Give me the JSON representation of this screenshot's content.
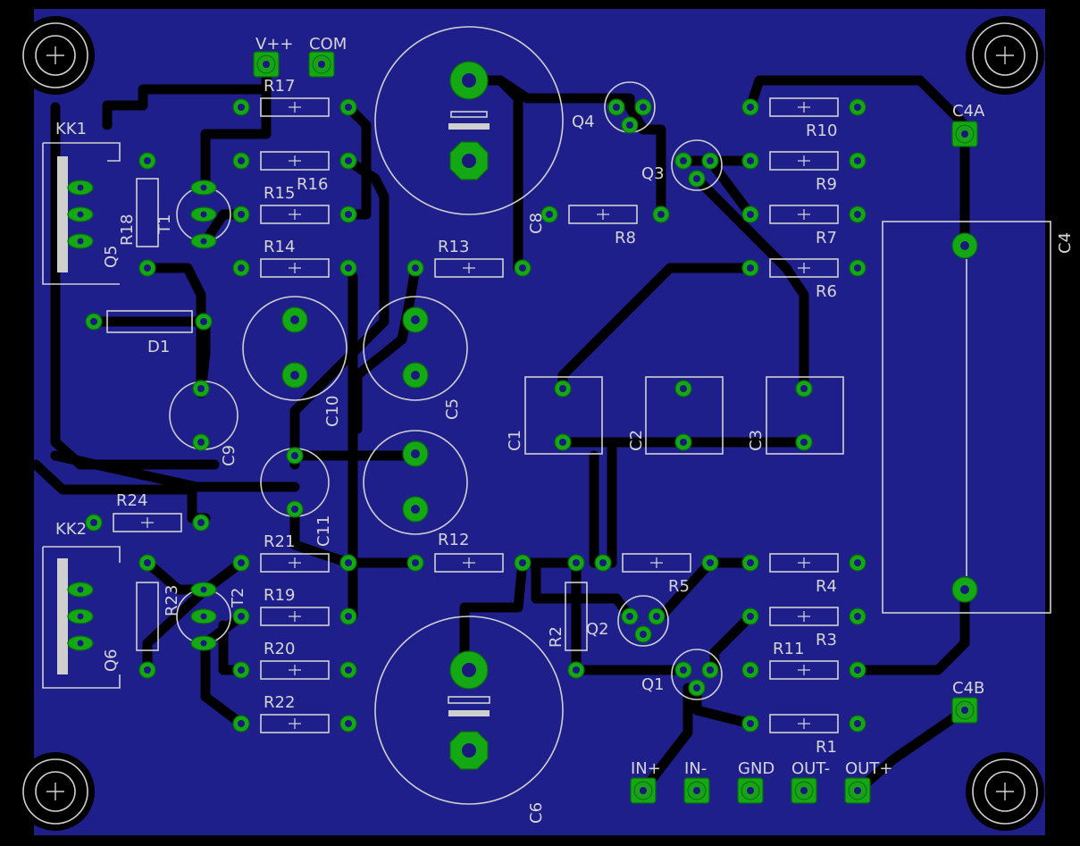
{
  "board": {
    "background": "#000000",
    "copper": "#1f1f8c",
    "pad": "#14a814",
    "silkscreen": "#cfcfcf"
  },
  "labels": {
    "vpp": "V++",
    "com": "COM",
    "kk1": "KK1",
    "kk2": "KK2",
    "r1": "R1",
    "r2": "R2",
    "r3": "R3",
    "r4": "R4",
    "r5": "R5",
    "r6": "R6",
    "r7": "R7",
    "r8": "R8",
    "r9": "R9",
    "r10": "R10",
    "r11": "R11",
    "r12": "R12",
    "r13": "R13",
    "r14": "R14",
    "r15": "R15",
    "r16": "R16",
    "r17": "R17",
    "r18": "R18",
    "r19": "R19",
    "r20": "R20",
    "r21": "R21",
    "r22": "R22",
    "r23": "R23",
    "r24": "R24",
    "c1": "C1",
    "c2": "C2",
    "c3": "C3",
    "c4": "C4",
    "c4a": "C4A",
    "c4b": "C4B",
    "c5": "C5",
    "c6": "C6",
    "c8": "C8",
    "c9": "C9",
    "c10": "C10",
    "c11": "C11",
    "q1": "Q1",
    "q2": "Q2",
    "q3": "Q3",
    "q4": "Q4",
    "q5": "Q5",
    "q6": "Q6",
    "t1": "T1",
    "t2": "T2",
    "d1": "D1",
    "in_plus": "IN+",
    "in_minus": "IN-",
    "gnd": "GND",
    "out_minus": "OUT-",
    "out_plus": "OUT+"
  }
}
